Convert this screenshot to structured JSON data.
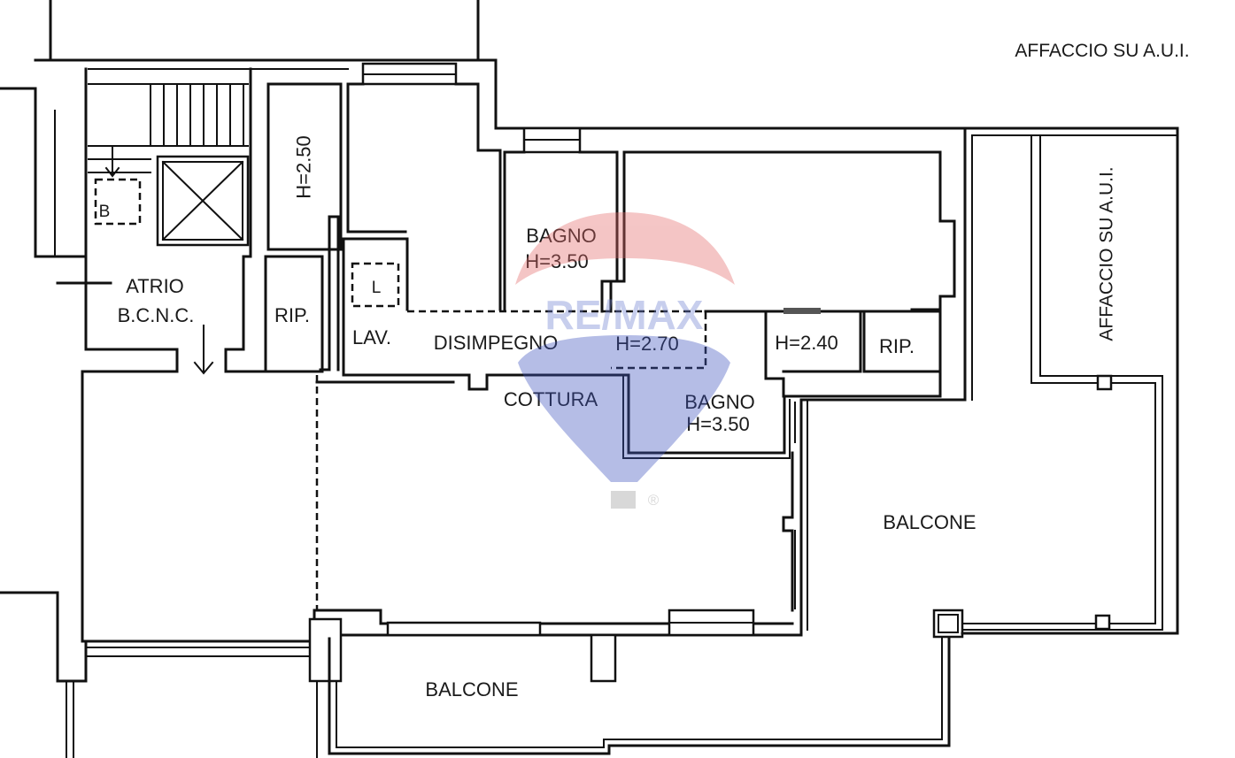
{
  "labels": {
    "affaccio_top": "AFFACCIO SU A.U.I.",
    "affaccio_side": "AFFACCIO SU A.U.I.",
    "h250": "H=2.50",
    "b_box": "B",
    "bagno_top": "BAGNO",
    "bagno_top_h": "H=3.50",
    "atrio": "ATRIO",
    "bcnc": "B.C.N.C.",
    "rip_left": "RIP.",
    "l_box": "L",
    "lav": "LAV.",
    "disimpegno": "DISIMPEGNO",
    "h270": "H=2.70",
    "h240": "H=2.40",
    "rip_right": "RIP.",
    "cottura": "COTTURA",
    "bagno_low": "BAGNO",
    "bagno_low_h": "H=3.50",
    "balcone_right": "BALCONE",
    "balcone_bottom": "BALCONE"
  },
  "watermark": {
    "brand": "RE/MAX",
    "registered": "®",
    "colors": {
      "balloon_top": "#e46a6a",
      "balloon_bottom": "#3f55c0",
      "text": "#6f80d0",
      "basket": "#9a9a9a"
    }
  },
  "colors": {
    "wall": "#111111",
    "background": "#ffffff",
    "label": "#1a1a1a"
  }
}
